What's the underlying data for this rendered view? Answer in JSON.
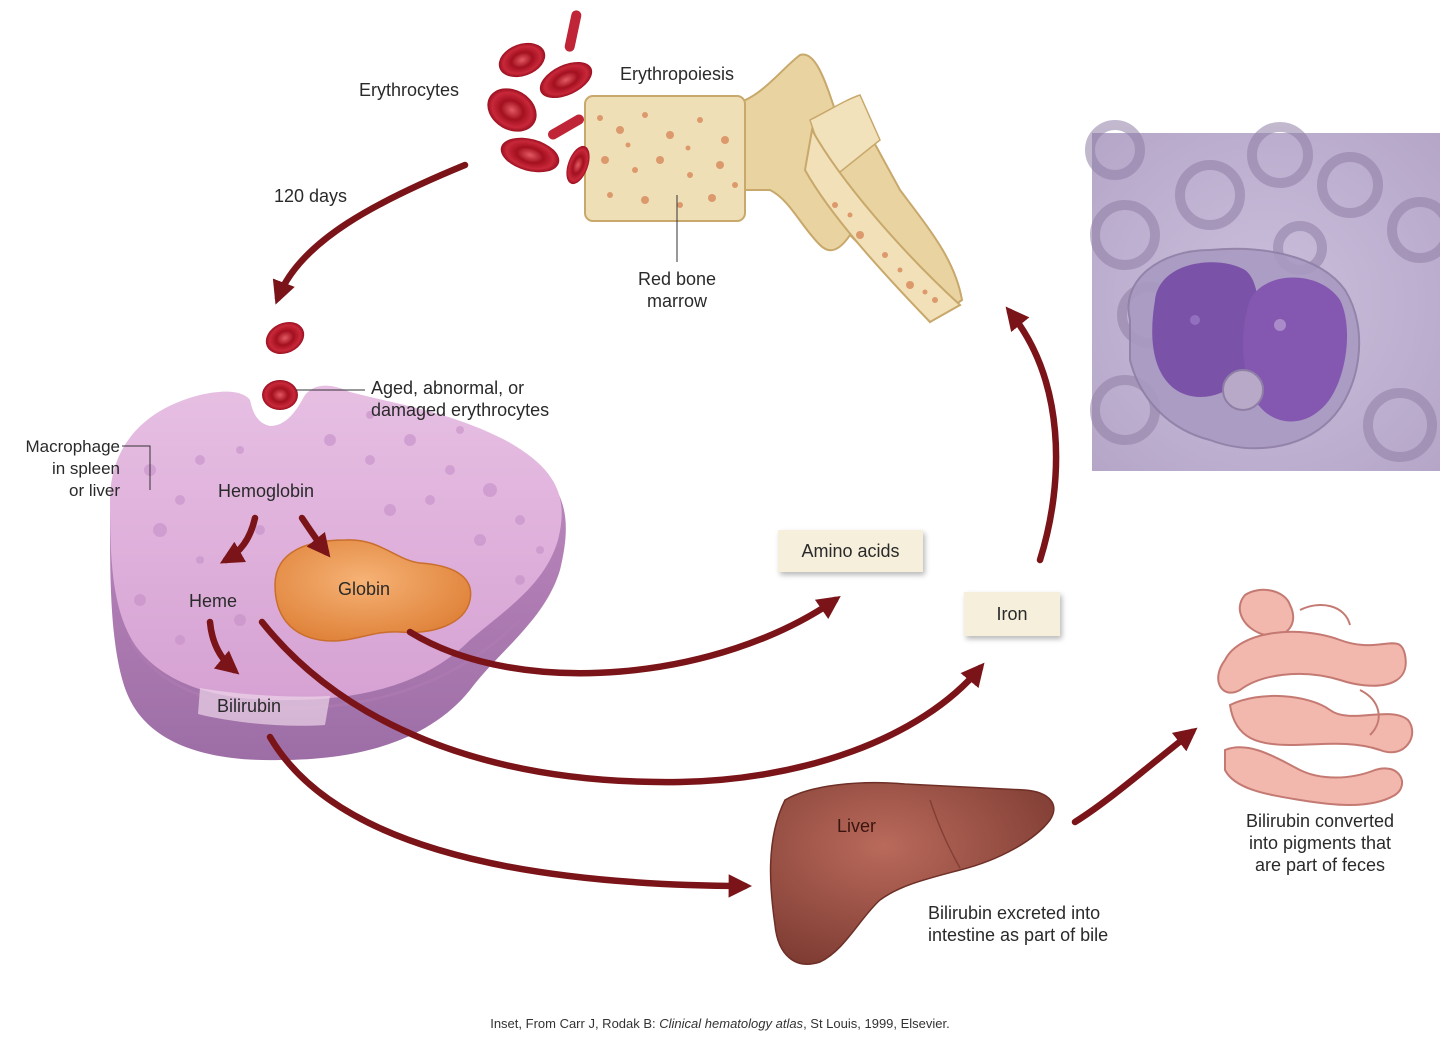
{
  "diagram": {
    "labels": {
      "erythrocytes": "Erythrocytes",
      "erythropoiesis": "Erythropoiesis",
      "days": "120 days",
      "red_bone_marrow": "Red bone\nmarrow",
      "aged_cells": "Aged, abnormal, or\ndamaged erythrocytes",
      "macrophage": "Macrophage\nin spleen\nor liver",
      "hemoglobin": "Hemoglobin",
      "heme": "Heme",
      "globin": "Globin",
      "bilirubin": "Bilirubin",
      "amino_acids": "Amino acids",
      "iron": "Iron",
      "liver": "Liver",
      "bilirubin_excreted": "Bilirubin excreted into\nintestine as part of bile",
      "bilirubin_converted": "Bilirubin converted\ninto pigments that\nare part of feces"
    },
    "credit": {
      "prefix": "Inset, From Carr J, Rodak B: ",
      "title": "Clinical hematology atlas",
      "suffix": ", St Louis, 1999, Elsevier."
    },
    "colors": {
      "arrow": "#7a1418",
      "rbc": "#b8202e",
      "macrophage": "#d9a6d6",
      "globin": "#ec9a50",
      "bone": "#ead7a6",
      "marrow_dots": "#d88c5a",
      "liver": "#9c5346",
      "intestine": "#f1b3aa",
      "label_box": "#f5efdc",
      "micro_bg": "#c2b4d3",
      "micro_cell": "#7a52a8"
    }
  }
}
